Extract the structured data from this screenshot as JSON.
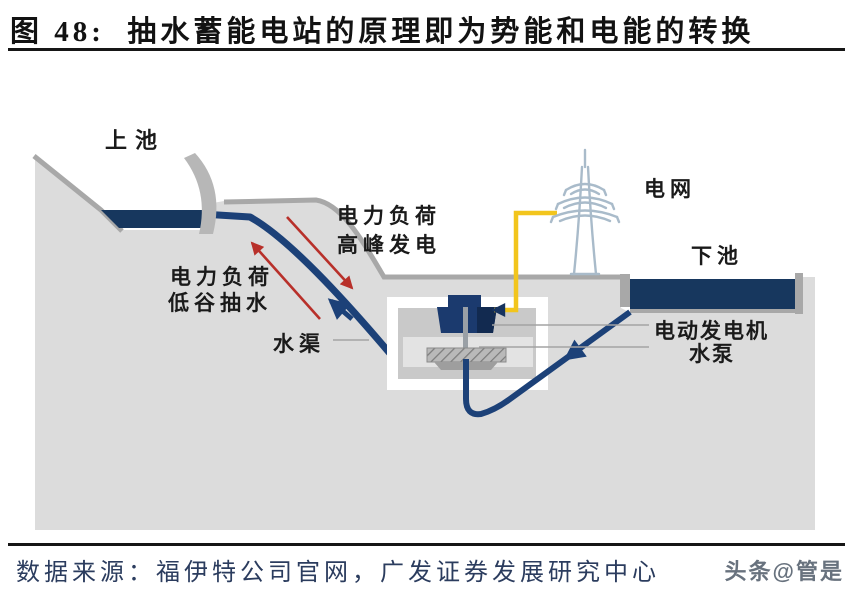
{
  "figure": {
    "title": "图 48:  抽水蓄能电站的原理即为势能和电能的转换",
    "source": "数据来源：福伊特公司官网，广发证券发展研究中心",
    "watermark": "头条@管是"
  },
  "diagram": {
    "labels": {
      "upper_pool": "上池",
      "lower_pool": "下池",
      "grid": "电网",
      "channel": "水渠",
      "generation_line1": "电力负荷",
      "generation_line2": "高峰发电",
      "pumping_line1": "电力负荷",
      "pumping_line2": "低谷抽水",
      "motor_line1": "电动发电机",
      "motor_line2": "水泵"
    },
    "colors": {
      "water_navy": "#17375e",
      "pipe_navy": "#1c4178",
      "terrain_gray": "#dcdcdc",
      "terrain_border": "#a8a8a8",
      "dam_gray": "#b7b7b7",
      "powerhouse_inner": "#c9c9c9",
      "arrow_red": "#b8302a",
      "cable_yellow": "#f2c51d",
      "tower_steel_blue": "#a9bbca"
    }
  }
}
